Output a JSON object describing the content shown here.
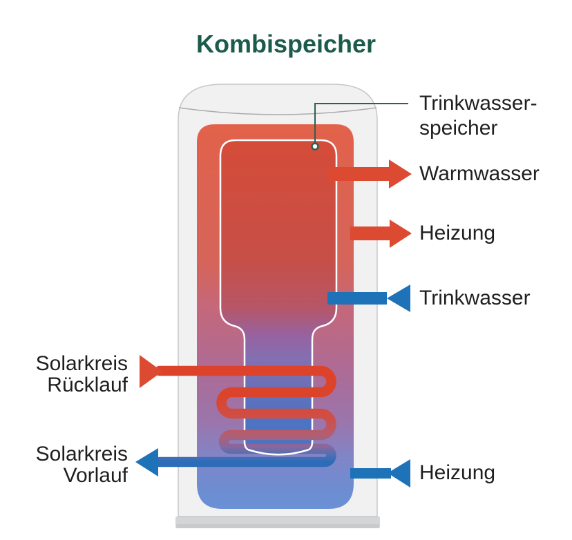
{
  "title": "Kombispeicher",
  "labels": {
    "pointer": {
      "line1": "Trinkwasser-",
      "line2": "speicher"
    },
    "warmwasser": "Warmwasser",
    "heizung_top": "Heizung",
    "trinkwasser": "Trinkwasser",
    "heizung_bottom": "Heizung",
    "solar_ruecklauf": {
      "line1": "Solarkreis",
      "line2": "Rücklauf"
    },
    "solar_vorlauf": {
      "line1": "Solarkreis",
      "line2": "Vorlauf"
    }
  },
  "colors": {
    "title_green": "#1b5b4a",
    "pointer_green": "#2e5f50",
    "hot_red": "#dc4a31",
    "cold_blue": "#1d72b8",
    "text": "#1f1f1f",
    "tank_shell": "#f1f1f2",
    "tank_shell_border": "#c6c7c9",
    "tank_seam": "#ababad",
    "base_top": "#d4d5d7",
    "base_bottom": "#c9cacc",
    "outer_gradient": [
      "#e2624a",
      "#d5645a",
      "#c4687b",
      "#b16a92",
      "#a56f9f",
      "#9a76ad",
      "#7f86c8",
      "#6f8cd0",
      "#6a90d6"
    ],
    "inner_gradient": [
      "#d54c39",
      "#c74f47",
      "#b75666",
      "#97629f",
      "#8270b2",
      "#6b70b8",
      "#4f73c2",
      "#4873c7"
    ],
    "coil_gradient": [
      "#dc432a",
      "#db442b",
      "#d04e45",
      "#b35e70",
      "#87689f",
      "#4f6fb4",
      "#2d6cb8"
    ]
  }
}
